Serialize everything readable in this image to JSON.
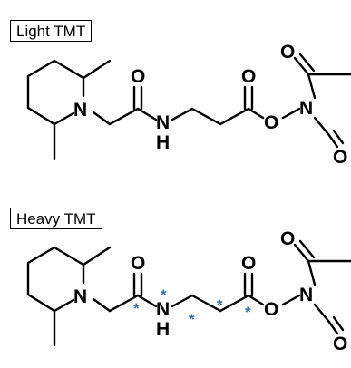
{
  "labels": {
    "light": "Light TMT",
    "heavy": "Heavy TMT"
  },
  "atoms": {
    "nitrogen": "N",
    "oxygen": "O",
    "hydrogen": "H"
  },
  "isotope_marker": {
    "symbol": "*",
    "color": "#2e75b6"
  },
  "colors": {
    "bond": "#000000",
    "text": "#000000"
  }
}
